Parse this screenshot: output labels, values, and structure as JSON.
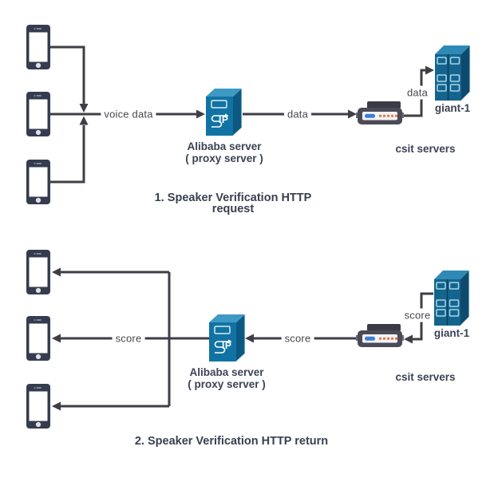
{
  "request_flow": {
    "caption_line1": "1. Speaker Verification HTTP",
    "caption_line2": "request",
    "edge_label_phones_to_proxy": "voice data",
    "edge_label_proxy_to_router": "data",
    "edge_label_router_to_servers": "data",
    "proxy_name": "Alibaba server",
    "proxy_role": "( proxy server )",
    "tower_name": "giant-1",
    "servers_name": "csit servers"
  },
  "return_flow": {
    "caption": "2. Speaker Verification HTTP return",
    "edge_label_proxy_to_phones": "score",
    "edge_label_router_to_proxy": "score",
    "edge_label_servers_to_router": "score",
    "proxy_name": "Alibaba server",
    "proxy_role": "( proxy server )",
    "tower_name": "giant-1",
    "servers_name": "csit servers"
  },
  "proxy_icon_text": "IP",
  "colors": {
    "connector_line": "#3e3e46",
    "proxy_front_blue": "#1173a3",
    "proxy_top_blue": "#3e9ac5",
    "proxy_side_blue": "#0c5880",
    "tower_front_blue": "#14648e",
    "phone_body": "#363c4f",
    "router_body": "#4b4b58",
    "router_led_blue": "#3c7dd9",
    "router_led_orange": "#e0784a",
    "edge_label_text": "#46474c",
    "node_label_text": "#3c4254"
  }
}
